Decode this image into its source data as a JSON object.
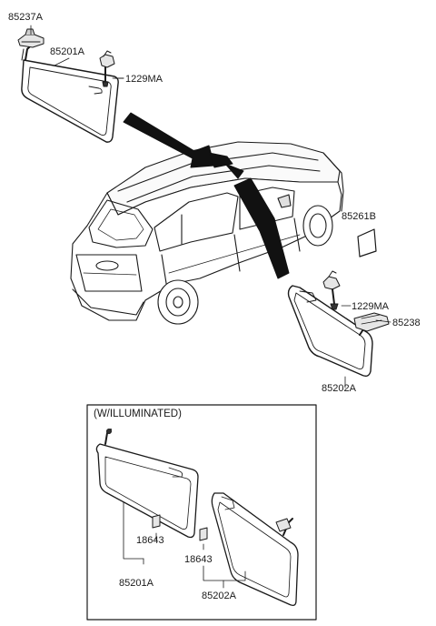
{
  "labels": {
    "p85237A": "85237A",
    "p85201A": "85201A",
    "p1229MA_top": "1229MA",
    "p85261B": "85261B",
    "p1229MA_right": "1229MA",
    "p85238": "85238",
    "p85202A": "85202A",
    "box_title": "(W/ILLUMINATED)",
    "box_18643_left": "18643",
    "box_18643_right": "18643",
    "box_85201A": "85201A",
    "box_85202A": "85202A"
  },
  "colors": {
    "line": "#1a1a1a",
    "pad": "#ffffff"
  },
  "icons": [
    "clip-icon",
    "screw-icon",
    "bulb-icon",
    "label-sticker-icon"
  ]
}
